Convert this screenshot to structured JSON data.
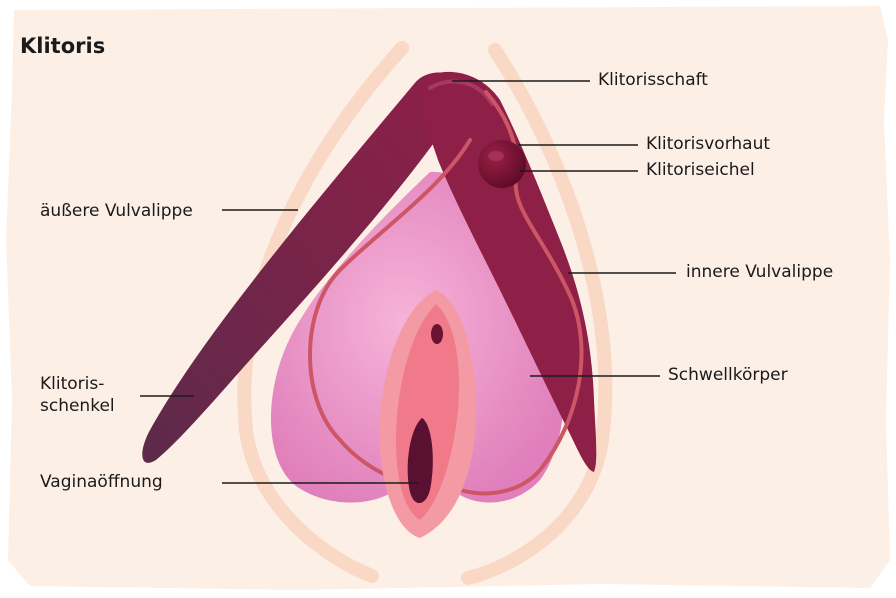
{
  "title": "Klitoris",
  "labels": {
    "klitorisschaft": "Klitorisschaft",
    "klitorisvorhaut": "Klitorisvorhaut",
    "klitoriseichel": "Klitoriseichel",
    "aeussere_vulvalippe": "äußere Vulvalippe",
    "innere_vulvalippe": "innere Vulvalippe",
    "klitorisschenkel_line1": "Klitoris-",
    "klitorisschenkel_line2": "schenkel",
    "schwellkoerper": "Schwellkörper",
    "vaginaoeffnung": "Vaginaöffnung"
  },
  "colors": {
    "paper_background": "#fcefe6",
    "outer_lips": "#fad8c6",
    "clitoris_body": "#7d2349",
    "clitoris_body_light": "#8e2a4a",
    "clitoris_leg": "#5c2a4a",
    "glans": "#6b0f2f",
    "bulbs": "#e68ec2",
    "bulbs_light": "#f2a8d2",
    "inner_lips_line": "#cc5566",
    "vestibule": "#f49aa4",
    "vaginal_opening": "#5a1030",
    "leader_lines": "#1a1a1a"
  }
}
